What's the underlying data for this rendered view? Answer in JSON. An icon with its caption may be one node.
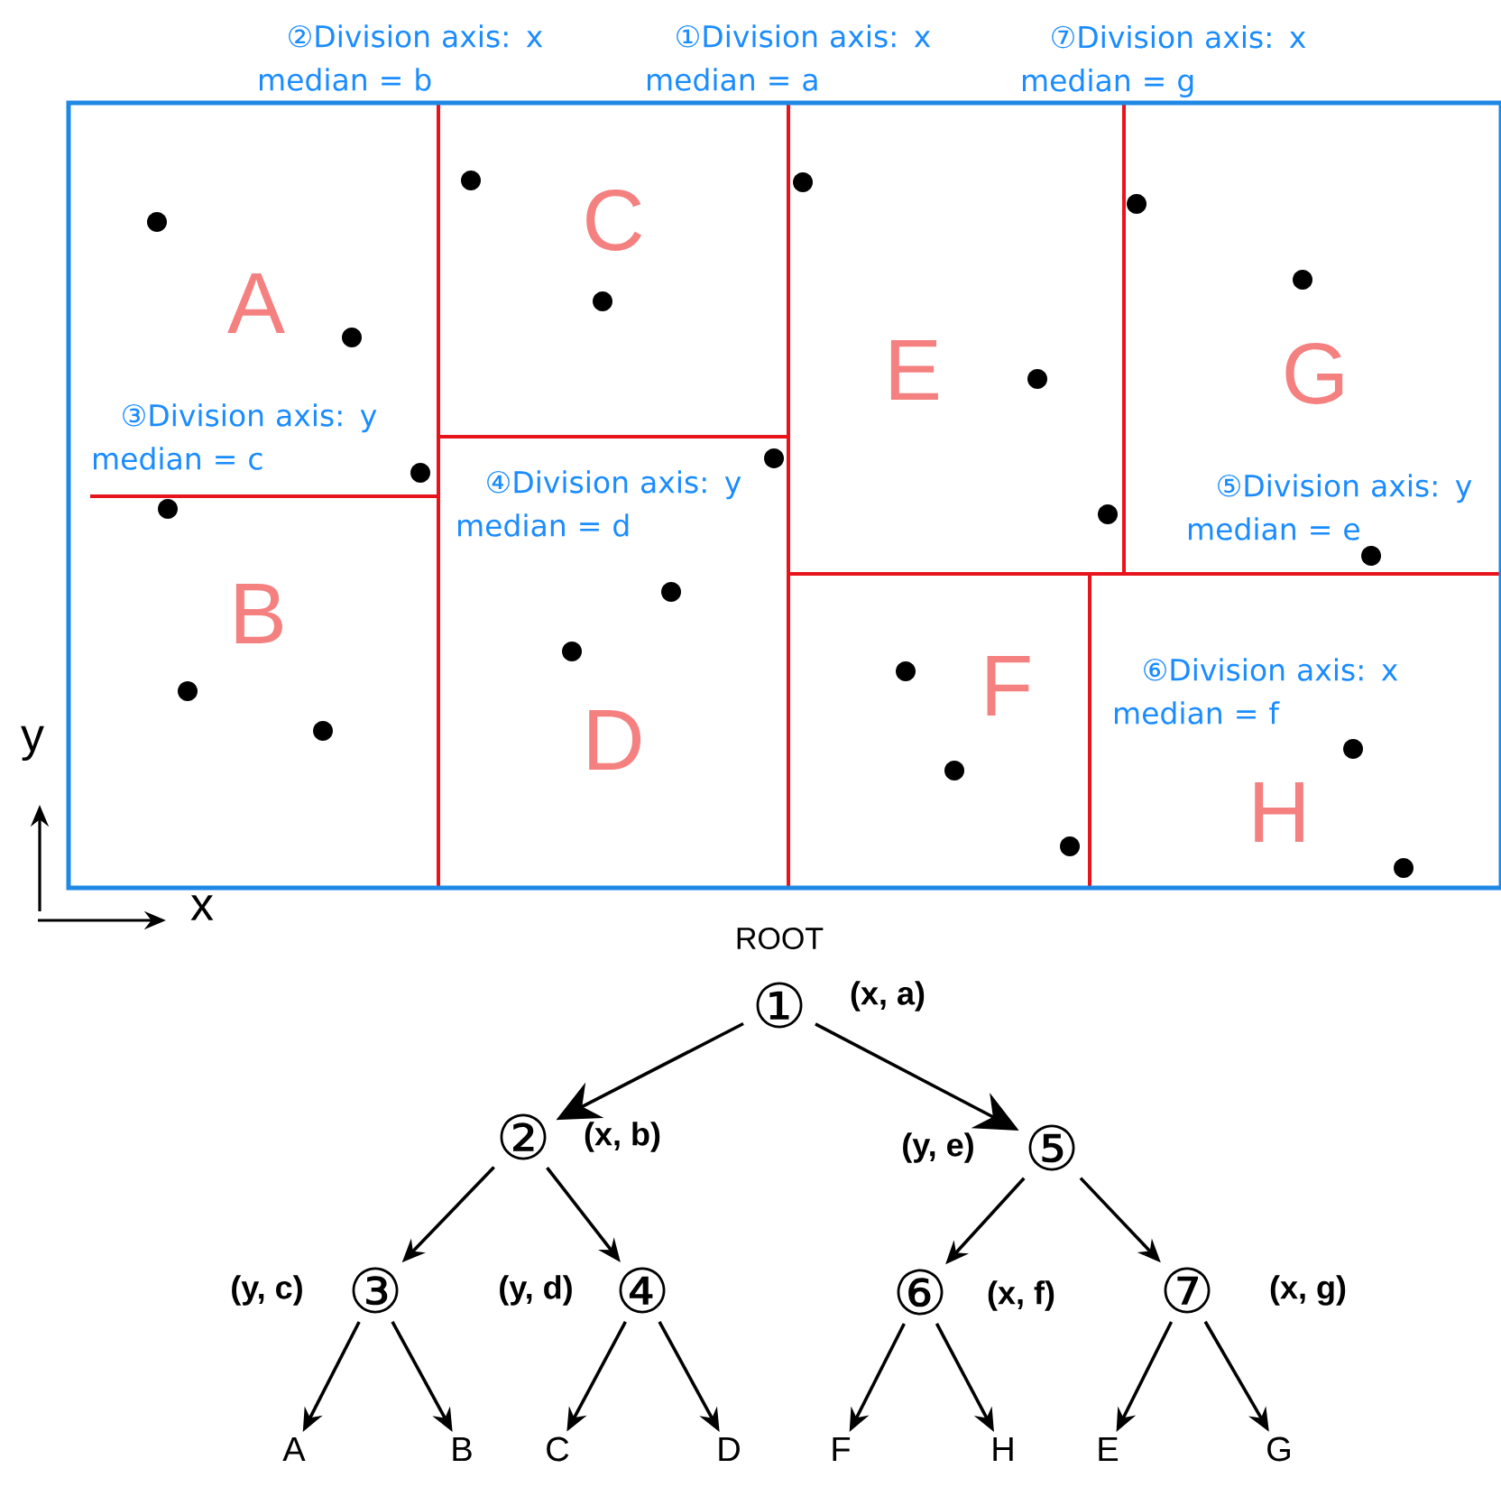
{
  "diagram": {
    "nodes": [
      {
        "text": [],
        "shape": "box"
      },
      {
        "text": [
          "A"
        ],
        "in": 0
      },
      {
        "text": [
          "C"
        ],
        "in": 0
      },
      {
        "text": [
          "E"
        ],
        "in": 0
      },
      {
        "text": [
          "G"
        ],
        "in": 0
      },
      {
        "text": [
          "B"
        ],
        "in": 0
      },
      {
        "text": [
          "F"
        ],
        "in": 0
      },
      {
        "text": [
          "D"
        ],
        "in": 0
      },
      {
        "text": [
          "H"
        ],
        "in": 0
      },
      {
        "text": [
          "①"
        ],
        "beside": [
          "ROOT",
          "(x, a)"
        ]
      },
      {
        "text": [
          "②"
        ],
        "beside": [
          "(x, b)"
        ]
      },
      {
        "text": [
          "⑤"
        ],
        "beside": [
          "(y, e)"
        ]
      },
      {
        "text": [
          "③"
        ],
        "beside": [
          "(y, c)"
        ]
      },
      {
        "text": [
          "④"
        ],
        "beside": [
          "(y, d)"
        ]
      },
      {
        "text": [
          "⑥"
        ],
        "beside": [
          "(x, f)"
        ]
      },
      {
        "text": [
          "⑦"
        ],
        "beside": [
          "(x, g)"
        ]
      },
      {
        "text": [
          "A"
        ]
      },
      {
        "text": [
          "B"
        ]
      },
      {
        "text": [
          "C"
        ]
      },
      {
        "text": [
          "D"
        ]
      },
      {
        "text": [
          "F"
        ]
      },
      {
        "text": [
          "H"
        ]
      },
      {
        "text": [
          "E"
        ]
      },
      {
        "text": [
          "G"
        ]
      }
    ],
    "edges": [
      {
        "from": 9,
        "to": 10,
        "arrow": "to"
      },
      {
        "from": 9,
        "to": 11,
        "arrow": "to"
      },
      {
        "from": 10,
        "to": 12,
        "arrow": "to"
      },
      {
        "from": 10,
        "to": 13,
        "arrow": "to"
      },
      {
        "from": 11,
        "to": 14,
        "arrow": "to"
      },
      {
        "from": 11,
        "to": 15,
        "arrow": "to"
      },
      {
        "from": 12,
        "to": 16,
        "arrow": "to"
      },
      {
        "from": 12,
        "to": 17,
        "arrow": "to"
      },
      {
        "from": 13,
        "to": 18,
        "arrow": "to"
      },
      {
        "from": 13,
        "to": 19,
        "arrow": "to"
      },
      {
        "from": 14,
        "to": 20,
        "arrow": "to"
      },
      {
        "from": 14,
        "to": 21,
        "arrow": "to"
      },
      {
        "from": 15,
        "to": 22,
        "arrow": "to"
      },
      {
        "from": 15,
        "to": 23,
        "arrow": "to"
      }
    ],
    "labels": [
      "②Division axis: x median = b",
      "①Division axis: x median = a",
      "⑦Division axis: x median = g",
      "③Division axis: y median = c",
      "④Division axis: y median = d",
      "⑤Division axis: y median = e",
      "⑥Division axis: x median = f",
      "y",
      "x"
    ]
  }
}
